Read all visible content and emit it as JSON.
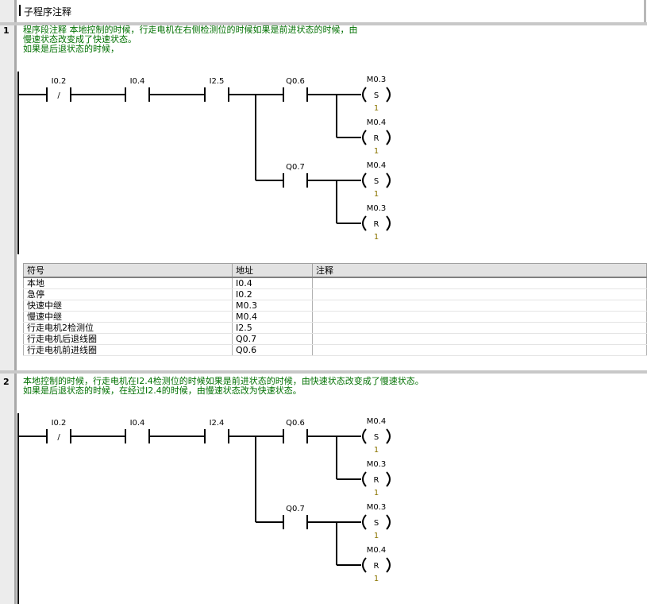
{
  "subroutine": {
    "title": "子程序注释"
  },
  "networks": [
    {
      "number": "1",
      "comment_lines": [
        "程序段注释 本地控制的时候，行走电机在右侧检测位的时候如果是前进状态的时候，由",
        "慢速状态改变成了快速状态。",
        "如果是后退状态的时候，"
      ],
      "contacts": [
        "I0.2",
        "I0.4",
        "I2.5"
      ],
      "branch_contacts": [
        "Q0.6",
        "Q0.7"
      ],
      "coils": [
        {
          "address": "M0.3",
          "type": "S",
          "value": "1"
        },
        {
          "address": "M0.4",
          "type": "R",
          "value": "1"
        },
        {
          "address": "M0.4",
          "type": "S",
          "value": "1"
        },
        {
          "address": "M0.3",
          "type": "R",
          "value": "1"
        }
      ]
    },
    {
      "number": "2",
      "comment_lines": [
        "本地控制的时候，行走电机在I2.4检测位的时候如果是前进状态的时候，由快速状态改变成了慢速状态。",
        "如果是后退状态的时候，在经过I2.4的时候，由慢速状态改为快速状态。"
      ],
      "contacts": [
        "I0.2",
        "I0.4",
        "I2.4"
      ],
      "branch_contacts": [
        "Q0.6",
        "Q0.7"
      ],
      "coils": [
        {
          "address": "M0.4",
          "type": "S",
          "value": "1"
        },
        {
          "address": "M0.3",
          "type": "R",
          "value": "1"
        },
        {
          "address": "M0.3",
          "type": "S",
          "value": "1"
        },
        {
          "address": "M0.4",
          "type": "R",
          "value": "1"
        }
      ]
    }
  ],
  "symbol_table": {
    "headers": [
      "符号",
      "地址",
      "注释"
    ],
    "rows": [
      [
        "本地",
        "I0.4",
        ""
      ],
      [
        "急停",
        "I0.2",
        ""
      ],
      [
        "快速中继",
        "M0.3",
        ""
      ],
      [
        "慢速中继",
        "M0.4",
        ""
      ],
      [
        "行走电机2检测位",
        "I2.5",
        ""
      ],
      [
        "行走电机后退线圈",
        "Q0.7",
        ""
      ],
      [
        "行走电机前进线圈",
        "Q0.6",
        ""
      ]
    ]
  }
}
